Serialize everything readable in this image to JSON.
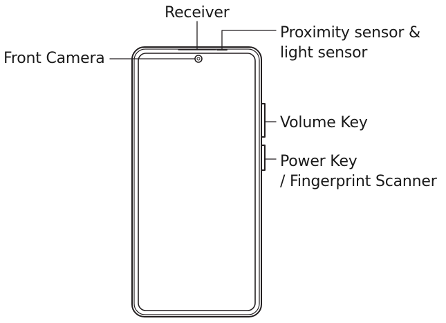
{
  "labels": {
    "receiver": "Receiver",
    "proximity_line1": "Proximity sensor &",
    "proximity_line2": "light sensor",
    "front_camera": "Front Camera",
    "volume_key": "Volume Key",
    "power_line1": "Power Key",
    "power_line2": "/ Fingerprint Scanner"
  },
  "colors": {
    "line": "#231f20",
    "text": "#1a1a1a",
    "background": "#ffffff"
  }
}
